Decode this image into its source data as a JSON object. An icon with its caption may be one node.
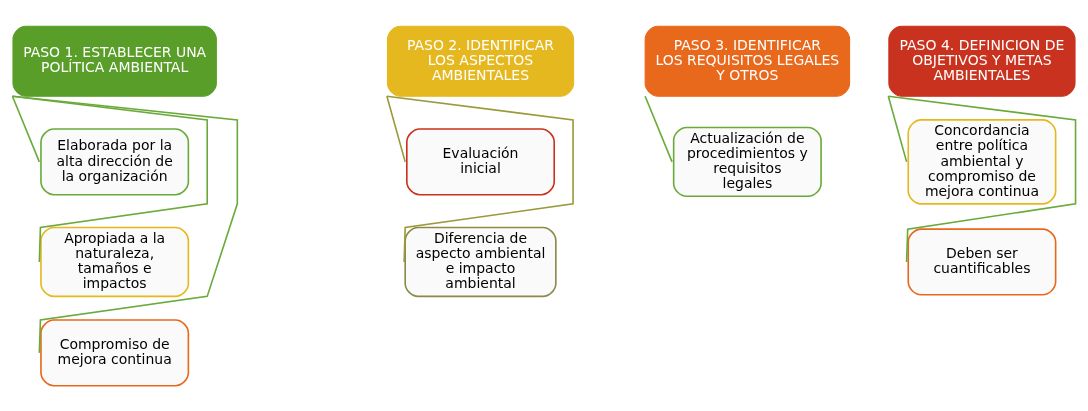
{
  "diagram": {
    "nodes": [
      {
        "text": [
          "PASO 1. ESTABLECER UNA POLÍTICA AMBIENTAL"
        ]
      },
      {
        "text": [
          "Elaborada por la alta dirección de la organización"
        ]
      },
      {
        "text": [
          "Apropiada a la naturaleza, tamaños e impactos"
        ]
      },
      {
        "text": [
          "Compromiso de mejora continua"
        ]
      },
      {
        "text": [
          "PASO 2. IDENTIFICAR LOS ASPECTOS AMBIENTALES"
        ]
      },
      {
        "text": [
          "Evaluación inicial"
        ]
      },
      {
        "text": [
          "Diferencia de aspecto ambiental e impacto ambiental"
        ]
      },
      {
        "text": [
          "PASO 3. IDENTIFICAR LOS REQUISITOS LEGALES Y OTROS"
        ]
      },
      {
        "text": [
          "Actualización de procedimientos y requisitos legales"
        ]
      },
      {
        "text": [
          "PASO 4. DEFINICION DE OBJETIVOS Y METAS AMBIENTALES"
        ]
      },
      {
        "text": [
          "Concordancia entre política ambiental y compromiso de mejora continua"
        ]
      },
      {
        "text": [
          "Deben ser cuantificables"
        ]
      }
    ],
    "edges": [
      {
        "from": 0,
        "to": 1,
        "arrow": "none"
      },
      {
        "from": 0,
        "to": 2,
        "arrow": "none"
      },
      {
        "from": 0,
        "to": 3,
        "arrow": "none"
      },
      {
        "from": 4,
        "to": 5,
        "arrow": "none",
        "color": "#9a9a3a"
      },
      {
        "from": 4,
        "to": 6,
        "arrow": "none",
        "color": "#9a9a3a"
      },
      {
        "from": 7,
        "to": 8,
        "arrow": "none"
      },
      {
        "from": 9,
        "to": 10,
        "arrow": "none"
      },
      {
        "from": 9,
        "to": 11,
        "arrow": "none"
      }
    ]
  }
}
